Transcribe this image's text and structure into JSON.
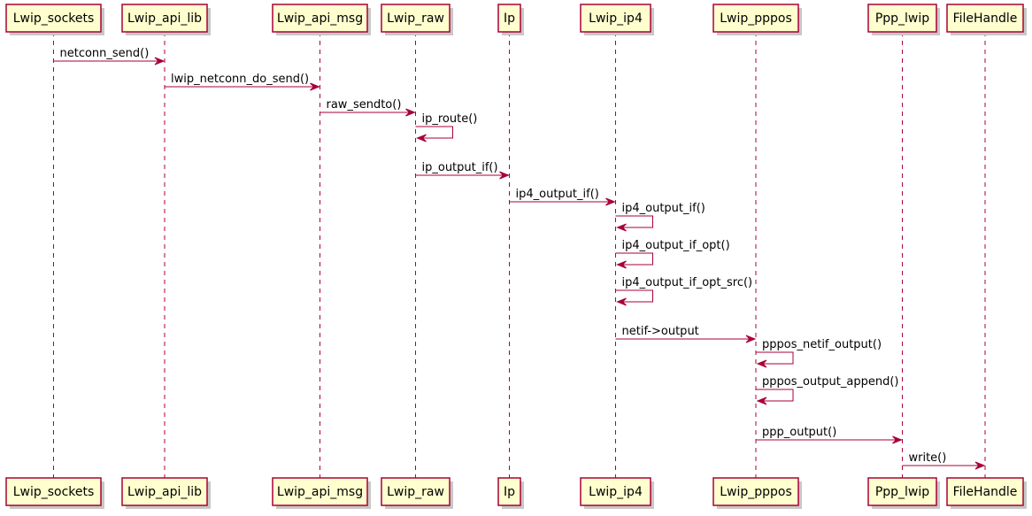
{
  "diagram": {
    "type": "sequence",
    "participants": [
      "Lwip_sockets",
      "Lwip_api_lib",
      "Lwip_api_msg",
      "Lwip_raw",
      "Ip",
      "Lwip_ip4",
      "Lwip_pppos",
      "Ppp_lwip",
      "FileHandle"
    ],
    "messages": [
      {
        "from": 0,
        "to": 1,
        "label": "netconn_send()"
      },
      {
        "from": 1,
        "to": 2,
        "label": "lwip_netconn_do_send()"
      },
      {
        "from": 2,
        "to": 3,
        "label": "raw_sendto()"
      },
      {
        "from": 3,
        "to": 3,
        "label": "ip_route()"
      },
      {
        "from": 3,
        "to": 4,
        "label": "ip_output_if()"
      },
      {
        "from": 4,
        "to": 5,
        "label": "ip4_output_if()"
      },
      {
        "from": 5,
        "to": 5,
        "label": "ip4_output_if()"
      },
      {
        "from": 5,
        "to": 5,
        "label": "ip4_output_if_opt()"
      },
      {
        "from": 5,
        "to": 5,
        "label": "ip4_output_if_opt_src()"
      },
      {
        "from": 5,
        "to": 6,
        "label": "netif->output"
      },
      {
        "from": 6,
        "to": 6,
        "label": "pppos_netif_output()"
      },
      {
        "from": 6,
        "to": 6,
        "label": "pppos_output_append()"
      },
      {
        "from": 6,
        "to": 7,
        "label": "ppp_output()"
      },
      {
        "from": 7,
        "to": 8,
        "label": "write()"
      }
    ],
    "colors": {
      "participant_fill": "#fefece",
      "participant_border": "#a80036",
      "arrow": "#a80036",
      "lifeline": "#a80036"
    }
  }
}
